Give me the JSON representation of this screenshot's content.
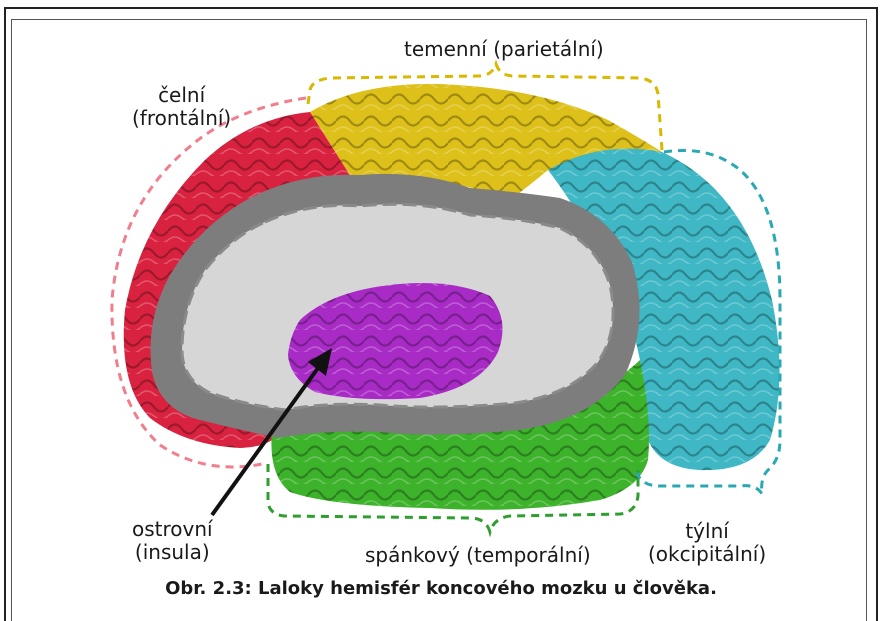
{
  "labels": {
    "parietal": "temenní (parietální)",
    "frontal_line1": "čelní",
    "frontal_line2": "(frontální)",
    "occipital_line1": "týlní",
    "occipital_line2": "(okcipitální)",
    "temporal": "spánkový (temporální)",
    "insula_line1": "ostrovní",
    "insula_line2": "(insula)"
  },
  "caption": "Obr. 2.3: Laloky hemisfér koncového mozku u člověka.",
  "colors": {
    "frontal": "#d8223f",
    "parietal": "#ddc01a",
    "occipital": "#3fb7c4",
    "temporal": "#3db22b",
    "insula": "#a82bc6",
    "white_matter": "#d6d6d6",
    "grey_matter": "#7d7d7d",
    "bracket_frontal": "#f07e8c",
    "bracket_parietal": "#d8b800",
    "bracket_occipital": "#29a8b3",
    "bracket_temporal": "#2e9e2e"
  }
}
